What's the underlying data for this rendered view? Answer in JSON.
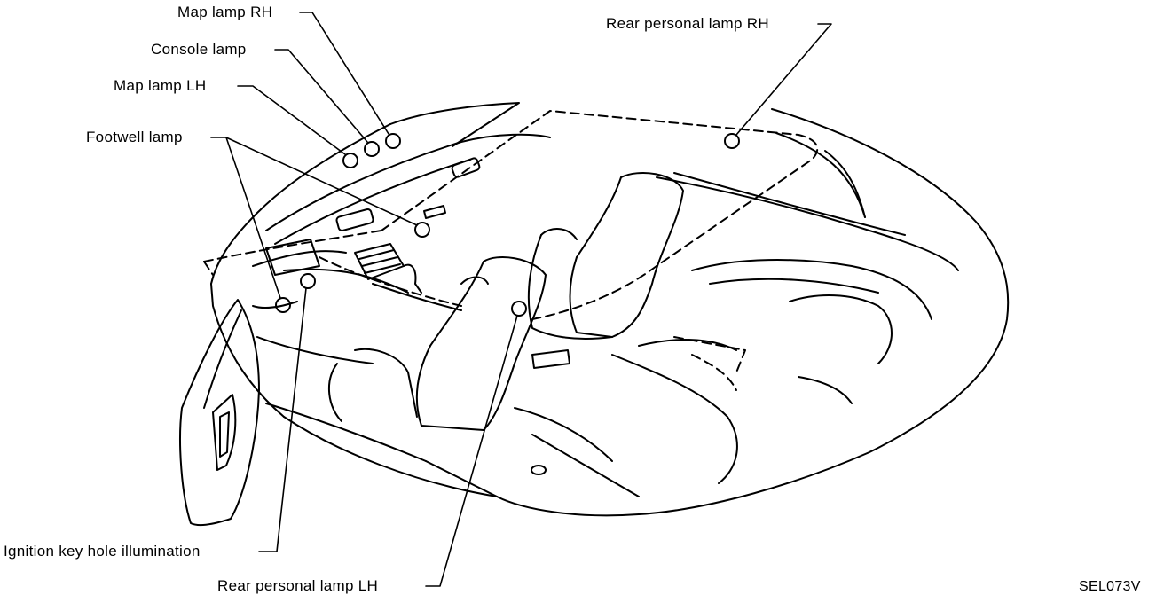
{
  "labels": {
    "map_lamp_rh": "Map lamp RH",
    "console_lamp": "Console lamp",
    "map_lamp_lh": "Map lamp LH",
    "footwell_lamp": "Footwell lamp",
    "rear_personal_lamp_rh": "Rear personal lamp RH",
    "ignition_key_hole_illumination": "Ignition key hole illumination",
    "rear_personal_lamp_lh": "Rear personal lamp LH",
    "figure_code": "SEL073V"
  },
  "colors": {
    "ink": "#000000",
    "paper": "#ffffff"
  }
}
